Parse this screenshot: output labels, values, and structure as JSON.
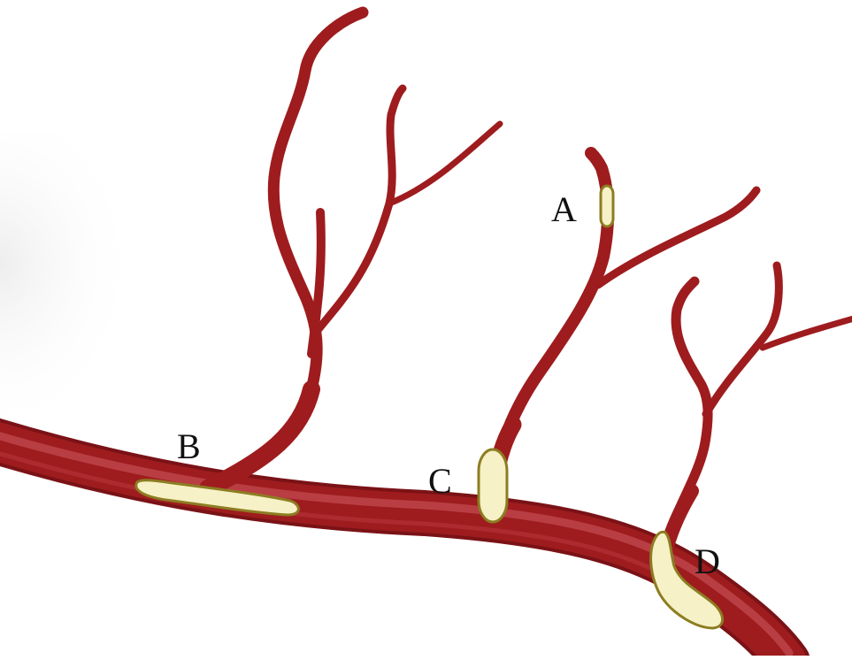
{
  "labels": {
    "a": "A",
    "b": "B",
    "c": "C",
    "d": "D"
  },
  "colors": {
    "vessel": "#9e1c1e",
    "vessel_highlight": "#c24a50",
    "vessel_shadow": "#7a1216",
    "plaque_fill": "#f6f1c6",
    "plaque_outline": "#8c7d22",
    "background": "#ffffff"
  }
}
